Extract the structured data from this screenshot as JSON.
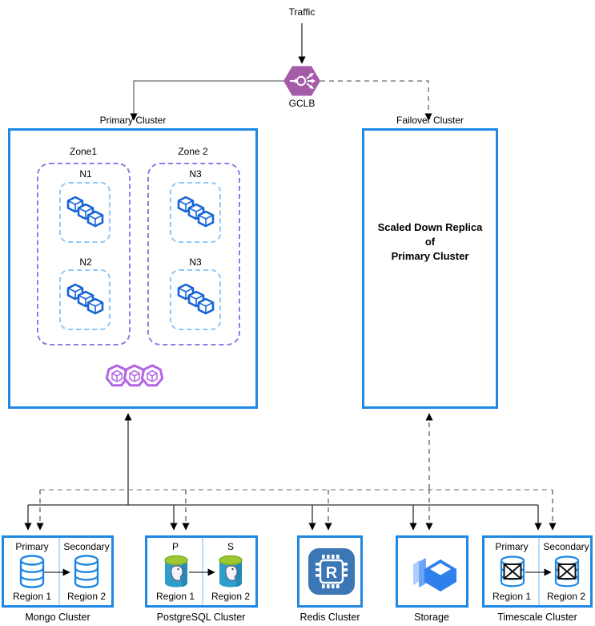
{
  "diagram": {
    "traffic_label": "Traffic",
    "gclb": {
      "label": "GCLB"
    },
    "primary_cluster": {
      "label": "Primary Cluster",
      "zones": [
        {
          "name": "Zone1",
          "nodes": [
            {
              "name": "N1"
            },
            {
              "name": "N2"
            }
          ]
        },
        {
          "name": "Zone 2",
          "nodes": [
            {
              "name": "N3"
            },
            {
              "name": "N3"
            }
          ]
        }
      ]
    },
    "failover_cluster": {
      "label": "Failover Cluster",
      "line1": "Scaled Down Replica",
      "line2": "of",
      "line3": "Primary Cluster"
    },
    "databases": {
      "mongo": {
        "title": "Mongo Cluster",
        "primary_label": "Primary",
        "secondary_label": "Secondary",
        "region1": "Region 1",
        "region2": "Region 2"
      },
      "postgres": {
        "title": "PostgreSQL Cluster",
        "primary_label": "P",
        "secondary_label": "S",
        "region1": "Region 1",
        "region2": "Region 2"
      },
      "redis": {
        "title": "Redis Cluster"
      },
      "storage": {
        "title": "Storage"
      },
      "timescale": {
        "title": "Timescale Cluster",
        "primary_label": "Primary",
        "secondary_label": "Secondary",
        "region1": "Region 1",
        "region2": "Region 2"
      }
    },
    "colors": {
      "cluster_border": "#1e88e5",
      "zone_dash": "#8d7ce8",
      "node_dash": "#8ec8f8",
      "gclb_purple": "#a55ca8",
      "pods_purple": "#b365e6",
      "cube_blue": "#1565d8",
      "redis_icon_bg": "#3b76b5",
      "storage_blue": "#2f80ed",
      "pg_body": "#2f9dc9",
      "pg_top": "#9dc832"
    }
  }
}
